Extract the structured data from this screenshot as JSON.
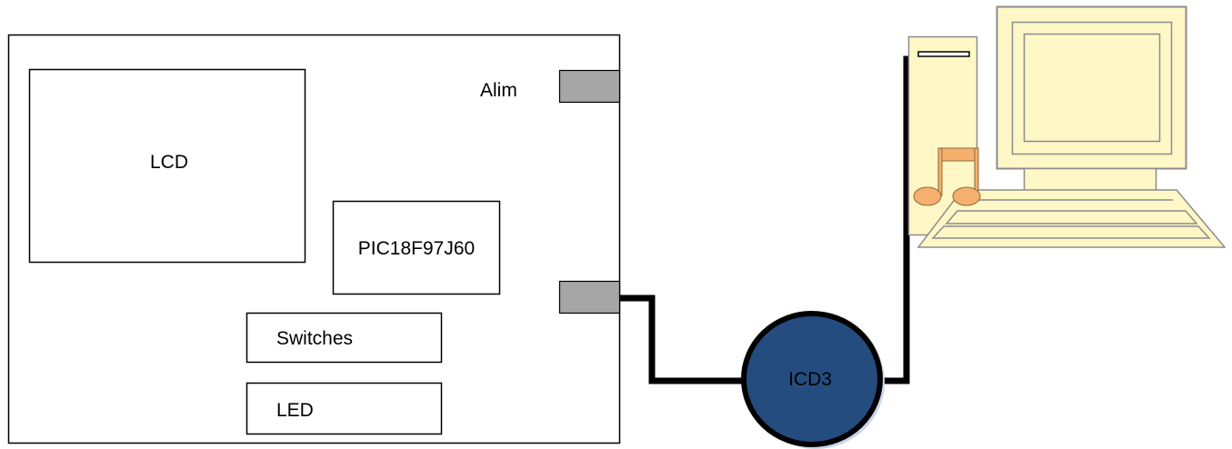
{
  "labels": {
    "alim": "Alim",
    "lcd": "LCD",
    "pic": "PIC18F97J60",
    "switches": "Switches",
    "led": "LED",
    "icd": "ICD3"
  },
  "colors": {
    "connector": "#a6a6a6",
    "icd_fill": "#254c7e",
    "icd_shadow": "#c8d6e6",
    "computer_body": "#fff7c6",
    "computer_outline": "#8c8c8c",
    "music_note": "#f5b06e",
    "cable": "#000000"
  },
  "icons": {
    "computer": "desktop-computer-icon",
    "music": "music-note-icon"
  }
}
